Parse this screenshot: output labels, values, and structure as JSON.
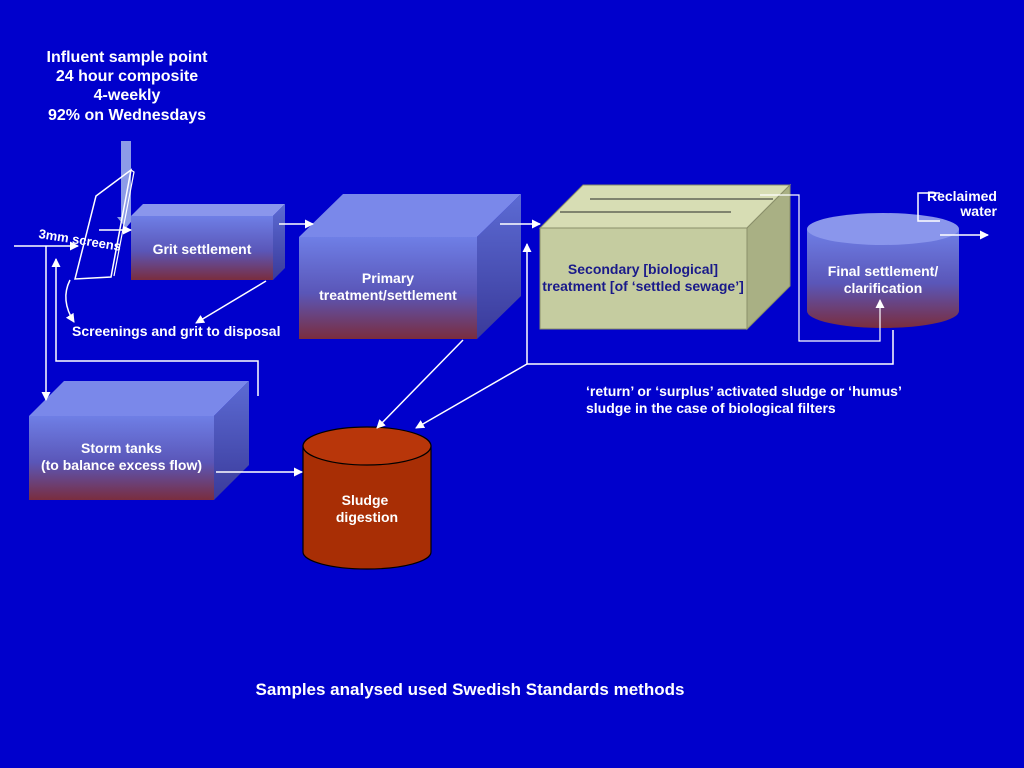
{
  "influent_note": {
    "line1": "Influent sample point",
    "line2": "24 hour composite",
    "line3": "4-weekly",
    "line4": "92% on Wednesdays"
  },
  "screens_label": "3mm screens",
  "grit_label": "Grit settlement",
  "primary": {
    "line1": "Primary",
    "line2": "treatment/settlement"
  },
  "secondary": {
    "line1": "Secondary [biological]",
    "line2": "treatment [of ‘settled sewage’]"
  },
  "final": {
    "line1": "Final settlement/",
    "line2": "clarification"
  },
  "reclaimed": {
    "line1": "Reclaimed",
    "line2": "water"
  },
  "disposal_label": "Screenings and grit to disposal",
  "return_note": {
    "line1": "‘return’ or ‘surplus’ activated sludge or ‘humus’",
    "line2": "sludge in the case of biological filters"
  },
  "storm": {
    "line1": "Storm tanks",
    "line2": "(to balance excess flow)"
  },
  "sludge": {
    "line1": "Sludge",
    "line2": "digestion"
  },
  "footer": "Samples analysed used Swedish Standards methods",
  "colors": {
    "background": "#0000cc",
    "box_top": "#6f7fe6",
    "box_bottom": "#7a2d3e",
    "secondary_box": "#c5cca0",
    "sludge_tank": "#a82e05",
    "arrow": "#ffffff"
  }
}
